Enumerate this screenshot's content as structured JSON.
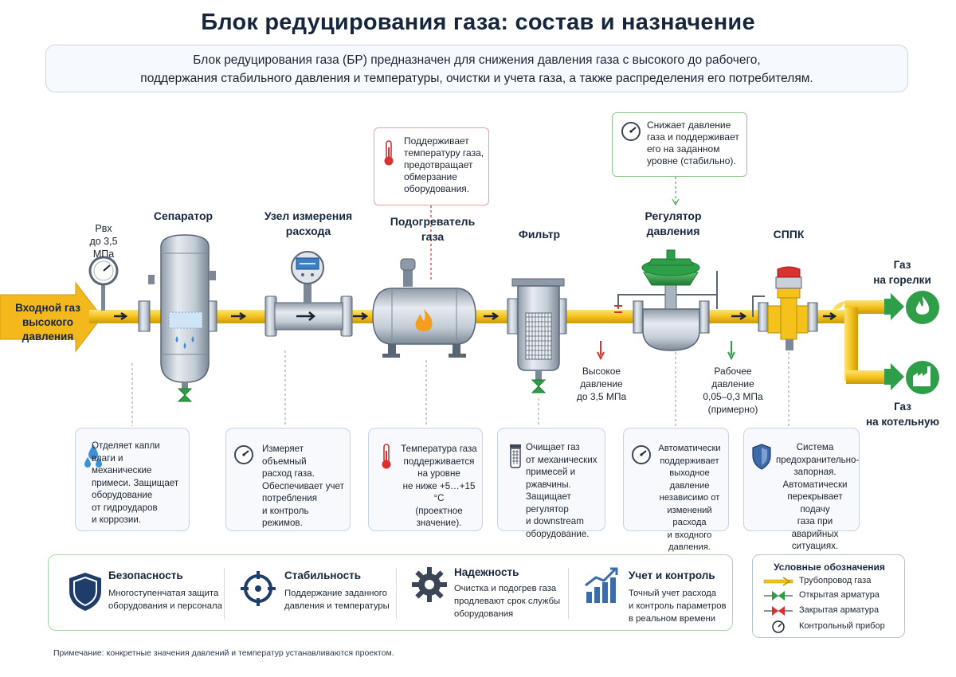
{
  "title": "Блок редуцирования газа: состав и назначение",
  "intro": {
    "line1": "Блок редуцирования газа (БР) предназначен для снижения давления газа с высокого до рабочего,",
    "line2": "поддержания стабильного давления и температуры, очистки и учета газа, а также распределения его потребителям."
  },
  "inlet": {
    "line1": "Входной газ",
    "line2": "высокого",
    "line3": "давления"
  },
  "pressure_in": {
    "label": "Рвх",
    "value": "до 3,5 МПа"
  },
  "components": {
    "separator": "Сепаратор",
    "meter": {
      "line1": "Узел измерения",
      "line2": "расхода"
    },
    "heater": {
      "line1": "Подогреватель",
      "line2": "газа"
    },
    "filter": "Фильтр",
    "regulator": {
      "line1": "Регулятор",
      "line2": "давления"
    },
    "sppk": "СППК"
  },
  "callouts": {
    "heater": [
      "Поддерживает",
      "температуру газа,",
      "предотвращает",
      "обмерзание",
      "оборудования."
    ],
    "regulator": [
      "Снижает давление",
      "газа и поддерживает",
      "его на заданном",
      "уровне (стабильно)."
    ]
  },
  "pressure_high": {
    "line1": "Высокое",
    "line2": "давление",
    "line3": "до 3,5 МПа"
  },
  "pressure_work": {
    "line1": "Рабочее",
    "line2": "давление",
    "line3": "0,05–0,3 МПа",
    "line4": "(примерно)"
  },
  "outlets": {
    "burners": {
      "line1": "Газ",
      "line2": "на горелки"
    },
    "boiler": {
      "line1": "Газ",
      "line2": "на котельную"
    }
  },
  "cards": [
    {
      "lines": [
        "Отделяет капли",
        "влаги и механические",
        "примеси. Защищает",
        "оборудование",
        "от гидроударов",
        "и коррозии."
      ],
      "icon": "water-drops-icon"
    },
    {
      "lines": [
        "Измеряет объемный",
        "расход газа.",
        "Обеспечивает учет",
        "потребления",
        "и контроль режимов."
      ],
      "icon": "gauge-icon"
    },
    {
      "lines": [
        "Температура газа",
        "поддерживается",
        "на уровне",
        "не ниже +5…+15 °С",
        "(проектное значение)."
      ],
      "icon": "thermometer-icon"
    },
    {
      "lines": [
        "Очищает газ",
        "от механических",
        "примесей и ржавчины.",
        "Защищает регулятор",
        "и downstream",
        "оборудование."
      ],
      "icon": "filter-icon"
    },
    {
      "lines": [
        "Автоматически",
        "поддерживает",
        "выходное давление",
        "независимо от",
        "изменений расхода",
        "и входного давления."
      ],
      "icon": "gauge-icon"
    },
    {
      "lines": [
        "Система",
        "предохранительно-",
        "запорная.",
        "Автоматически",
        "перекрывает подачу",
        "газа при аварийных",
        "ситуациях."
      ],
      "icon": "shield-icon"
    }
  ],
  "benefits": [
    {
      "title": "Безопасность",
      "lines": [
        "Многоступенчатая защита",
        "оборудования и персонала"
      ],
      "icon": "shield-icon"
    },
    {
      "title": "Стабильность",
      "lines": [
        "Поддержание заданного",
        "давления и температуры"
      ],
      "icon": "crosshair-icon"
    },
    {
      "title": "Надежность",
      "lines": [
        "Очистка и подогрев газа",
        "продлевают срок службы",
        "оборудования"
      ],
      "icon": "gear-icon"
    },
    {
      "title": "Учет и контроль",
      "lines": [
        "Точный учет расхода",
        "и контроль параметров",
        "в реальном времени"
      ],
      "icon": "growth-chart-icon"
    }
  ],
  "legend": {
    "title": "Условные обозначения",
    "items": [
      "Трубопровод газа",
      "Открытая арматура",
      "Закрытая арматура",
      "Контрольный прибор"
    ]
  },
  "note": "Примечание: конкретные значения давлений и температур устанавливаются проектом.",
  "colors": {
    "pipe": "#f5c21b",
    "pipe_dark": "#c99a0c",
    "valve_open": "#2e9e44",
    "valve_closed": "#d93030",
    "accent_green": "#2f9e48",
    "navy": "#16263d"
  }
}
